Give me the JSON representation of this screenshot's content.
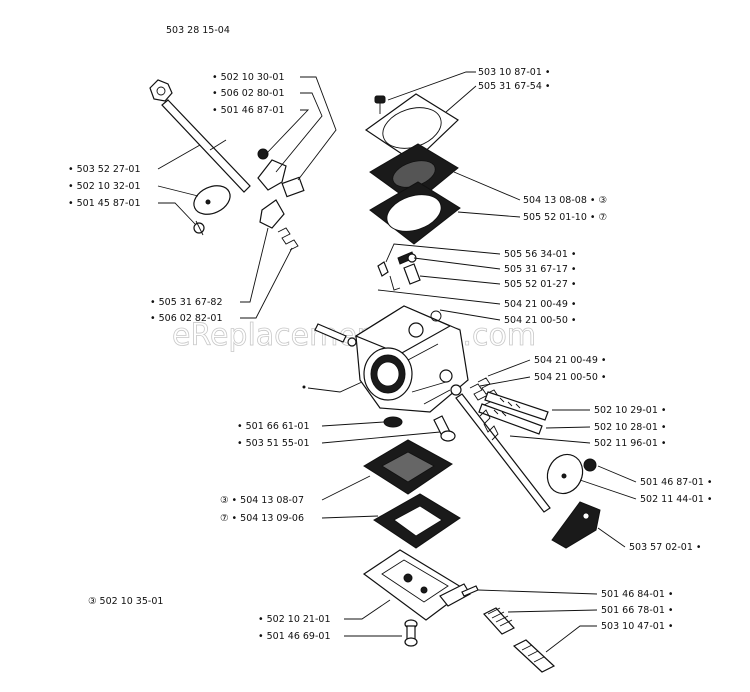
{
  "diagram": {
    "code": "503 28 15-04",
    "watermark": "eReplacementParts.com",
    "note": "③ 502 10 35-01",
    "labels": {
      "l_502_10_30_01": "• 502 10 30-01",
      "l_506_02_80_01": "• 506 02 80-01",
      "l_501_46_87_01a": "• 501 46 87-01",
      "l_503_52_27_01": "• 503 52 27-01",
      "l_502_10_32_01": "• 502 10 32-01",
      "l_501_45_87_01": "• 501 45 87-01",
      "l_505_31_67_82": "• 505 31 67-82",
      "l_506_02_82_01": "• 506 02 82-01",
      "l_503_10_87_01": "503 10 87-01 •",
      "l_505_31_67_54": "505 31 67-54 •",
      "l_504_13_08_08a": "504 13 08-08 • ③",
      "l_505_52_01_10": "505 52 01-10 • ⑦",
      "l_505_56_34_01": "505 56 34-01 •",
      "l_505_31_67_17": "505 31 67-17 •",
      "l_505_52_01_27": "505 52 01-27 •",
      "l_504_21_00_49a": "504 21 00-49 •",
      "l_504_21_00_50a": "504 21 00-50 •",
      "l_504_21_00_49b": "504 21 00-49 •",
      "l_504_21_00_50b": "504 21 00-50 •",
      "l_502_10_29_01": "502 10 29-01 •",
      "l_502_10_28_01": "502 10 28-01 •",
      "l_502_11_96_01": "502 11 96-01 •",
      "l_501_46_87_01b": "501 46 87-01 •",
      "l_502_11_44_01": "502 11 44-01 •",
      "l_503_57_02_01": "503 57 02-01 •",
      "l_501_66_61_01": "• 501 66 61-01",
      "l_503_51_55_01": "• 503 51 55-01",
      "l_504_13_08_07": "③ • 504 13 08-07",
      "l_504_13_09_06": "⑦ • 504 13 09-06",
      "l_502_10_21_01": "• 502 10 21-01",
      "l_501_46_69_01": "• 501 46 69-01",
      "l_501_46_84_01": "501 46 84-01 •",
      "l_501_66_78_01": "501 66 78-01 •",
      "l_503_10_47_01": "503 10 47-01 •"
    }
  }
}
